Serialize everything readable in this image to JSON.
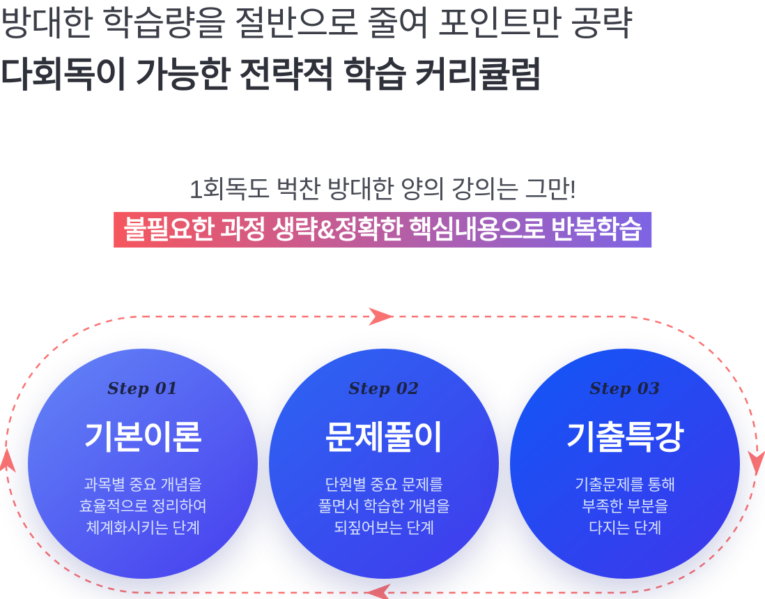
{
  "header": {
    "subtitle": "방대한 학습량을 절반으로 줄여 포인트만 공략",
    "title": "다회독이 가능한 전략적 학습 커리큘럼"
  },
  "intro": {
    "lead": "1회독도 벅찬 방대한 양의 강의는 그만!",
    "highlight": "불필요한 과정 생략&정확한 핵심내용으로 반복학습"
  },
  "curriculum": {
    "steps": [
      {
        "step": "Step 01",
        "title": "기본이론",
        "lines": [
          "과목별 중요 개념을",
          "효율적으로 정리하여",
          "체계화시키는 단계"
        ]
      },
      {
        "step": "Step 02",
        "title": "문제풀이",
        "lines": [
          "단원별 중요 문제를",
          "풀면서 학습한 개념을",
          "되짚어보는 단계"
        ]
      },
      {
        "step": "Step 03",
        "title": "기출특강",
        "lines": [
          "기출문제를 통해",
          "부족한 부분을",
          "다지는 단계"
        ]
      }
    ]
  },
  "colors": {
    "arrow_accent": "#f97272",
    "highlight_gradient_start": "#f6565d",
    "highlight_gradient_end": "#7d64e4",
    "circle1_gradient_start": "#6282f6",
    "circle1_gradient_end": "#4843ef",
    "circle2_gradient_start": "#2d63f2",
    "circle2_gradient_end": "#3f3eed",
    "circle3_gradient_start": "#1356f6",
    "circle3_gradient_end": "#3c39ec",
    "headline_color": "#2e313a",
    "lead_color": "#484b55"
  }
}
